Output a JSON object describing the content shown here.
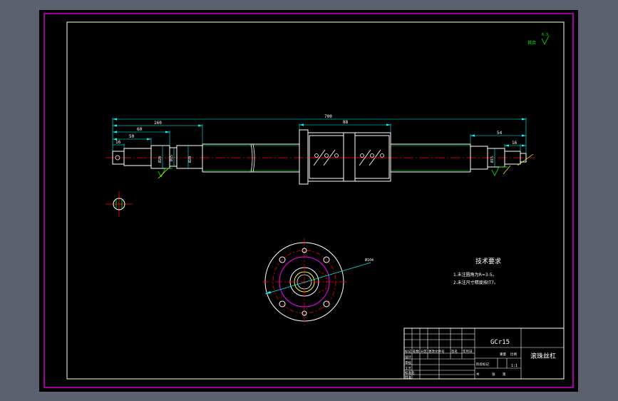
{
  "dimensions": {
    "overall_length": "700",
    "left_outer": "160",
    "left_step2": "60",
    "left_step3": "50",
    "left_step4": "16",
    "nut_span": "88",
    "right_outer": "54",
    "right_inner": "16",
    "dia_1": "Ø20",
    "dia_2": "Ø15",
    "dia_3": "Ø20",
    "dia_right": "Ø15",
    "flange_pcd": "Ø104"
  },
  "roughness_label": "其余",
  "roughness_value": "6.3",
  "tech_title": "技术要求",
  "tech_notes": [
    "1.未注圆角为R=3-5。",
    "2.未注尺寸精度按IT7。"
  ],
  "title_block": {
    "material": "GCr15",
    "part_name": "滚珠丝杠",
    "scale": "1:1",
    "labels": {
      "designer": "设计",
      "checker": "审核",
      "craft": "工艺",
      "standard": "标准化",
      "approve": "批准",
      "stage_mark": "阶段标记",
      "weight": "重量",
      "ratio": "比例",
      "count": "共",
      "sheet": "张",
      "index": "第"
    },
    "header_cells": [
      "标记",
      "处数",
      "分区",
      "更改文件号",
      "签名",
      "年月日"
    ]
  },
  "colors": {
    "frame": "#e000e0",
    "line_white": "#ffffff",
    "line_green": "#00ff00",
    "line_cyan": "#00ffff",
    "line_yellow": "#ffff00",
    "line_red": "#ff0000"
  }
}
